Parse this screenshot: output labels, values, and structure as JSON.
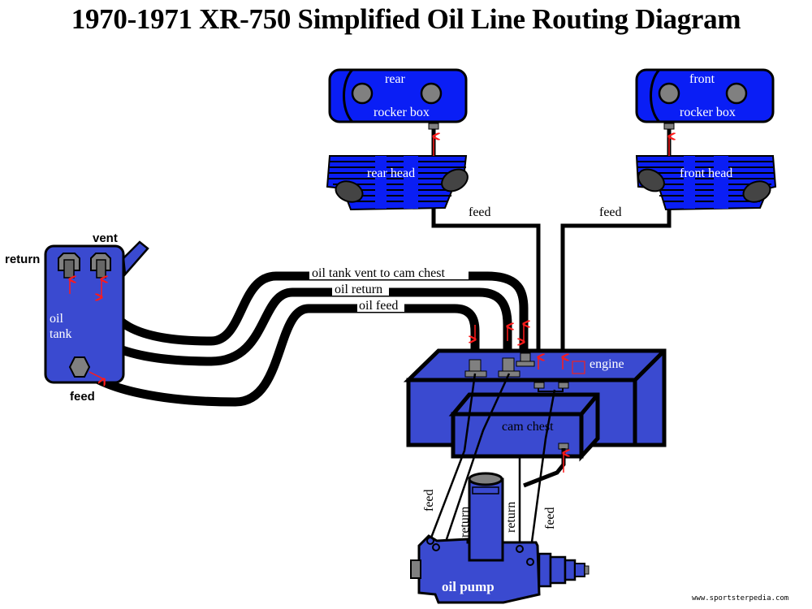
{
  "title": "1970-1971 XR-750 Simplified Oil Line Routing Diagram",
  "colors": {
    "part_blue": "#0a1ef5",
    "body_blue": "#3a4ad0",
    "hose": "#000000",
    "fitting": "#808080",
    "flow_arrow": "#ff1a1a"
  },
  "components": {
    "rear_rocker_box": {
      "line1": "rear",
      "line2": "rocker box"
    },
    "front_rocker_box": {
      "line1": "front",
      "line2": "rocker box"
    },
    "rear_head": "rear head",
    "front_head": "front head",
    "oil_tank": {
      "line1": "oil",
      "line2": "tank"
    },
    "engine": "engine",
    "cam_chest": "cam chest",
    "oil_pump": "oil pump"
  },
  "tank_ports": {
    "return": "return",
    "vent": "vent",
    "feed": "feed"
  },
  "lines": {
    "vent_hose": "oil tank vent to cam chest",
    "return_hose": "oil return",
    "feed_hose": "oil feed",
    "rear_feed": "feed",
    "front_feed": "feed"
  },
  "pump_lines": {
    "feed_left": "feed",
    "return_left": "return",
    "return_right": "return",
    "feed_right": "feed"
  },
  "credit": "www.sportsterpedia.com"
}
